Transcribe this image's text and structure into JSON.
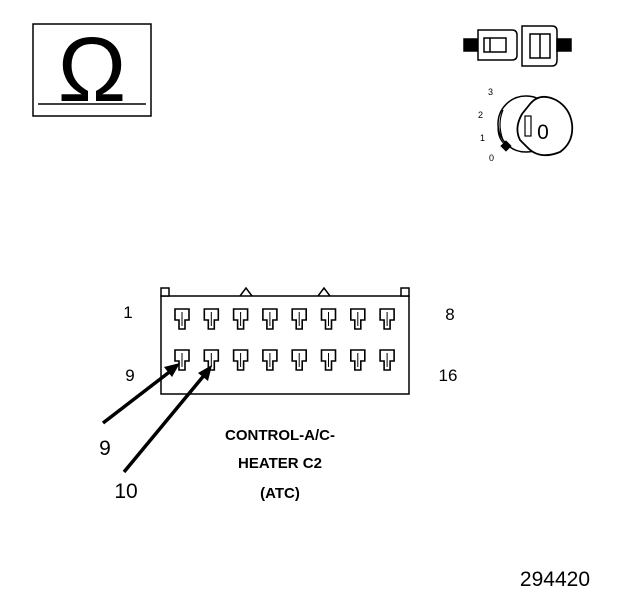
{
  "ohm_symbol": "Ω",
  "key_switch": {
    "positions": [
      "3",
      "2",
      "1",
      "0"
    ],
    "key_label": "0"
  },
  "connector": {
    "pin_labels": {
      "top_left": "1",
      "top_right": "8",
      "bottom_left": "9",
      "bottom_right": "16"
    },
    "callouts": [
      "9",
      "10"
    ],
    "caption_lines": [
      "CONTROL-A/C-",
      "HEATER C2",
      "(ATC)"
    ]
  },
  "figure_number": "294420"
}
